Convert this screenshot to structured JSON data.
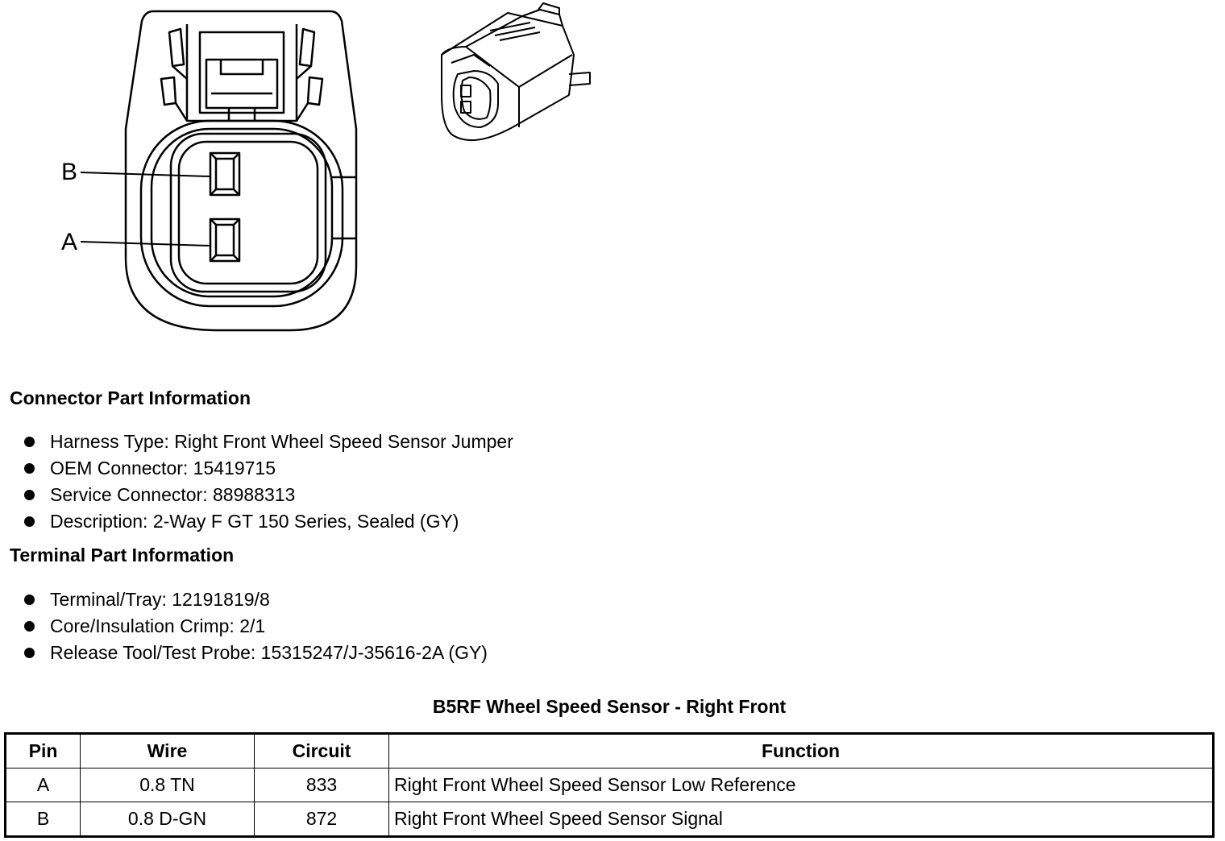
{
  "diagram": {
    "pin_labels": [
      "B",
      "A"
    ]
  },
  "connector_info": {
    "title": "Connector Part Information",
    "items": [
      "Harness Type: Right Front Wheel Speed Sensor Jumper",
      "OEM Connector: 15419715",
      "Service Connector: 88988313",
      "Description: 2-Way F GT 150 Series, Sealed (GY)"
    ]
  },
  "terminal_info": {
    "title": "Terminal Part Information",
    "items": [
      "Terminal/Tray: 12191819/8",
      "Core/Insulation Crimp: 2/1",
      "Release Tool/Test Probe: 15315247/J-35616-2A (GY)"
    ]
  },
  "pin_table": {
    "title": "B5RF Wheel Speed Sensor - Right Front",
    "headers": [
      "Pin",
      "Wire",
      "Circuit",
      "Function"
    ],
    "rows": [
      [
        "A",
        "0.8 TN",
        "833",
        "Right Front Wheel Speed Sensor Low Reference"
      ],
      [
        "B",
        "0.8 D-GN",
        "872",
        "Right Front Wheel Speed Sensor Signal"
      ]
    ]
  }
}
